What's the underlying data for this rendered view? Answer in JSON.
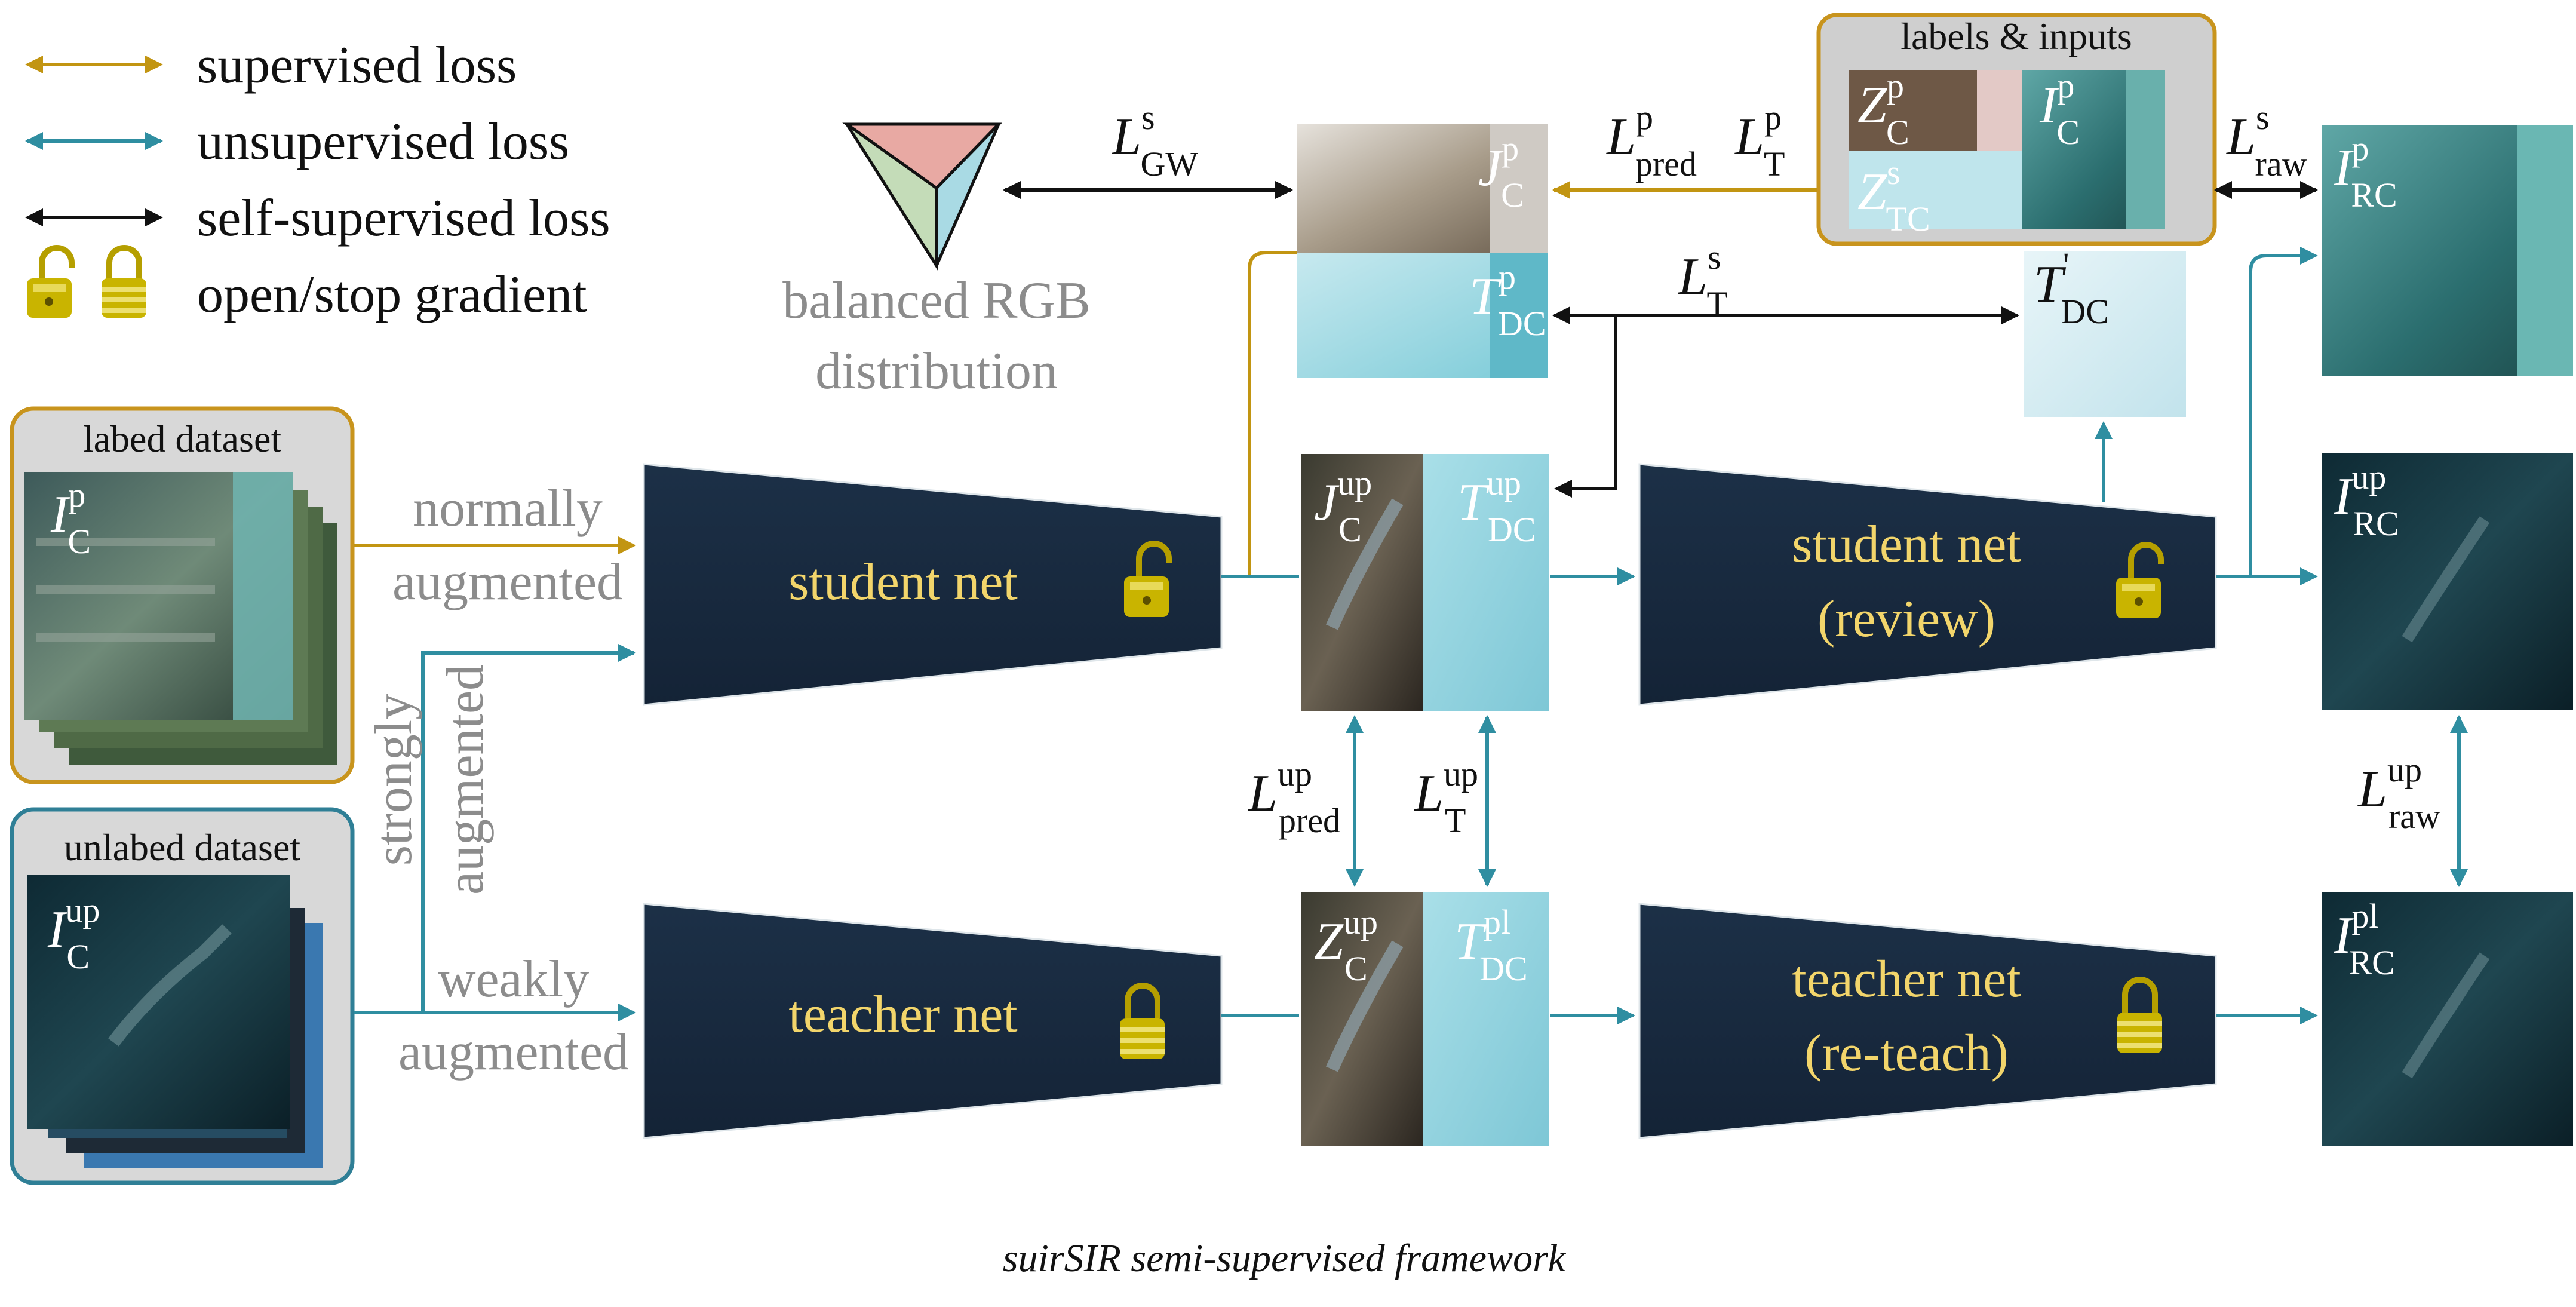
{
  "legend": {
    "supervised": "supervised loss",
    "unsupervised": "unsupervised loss",
    "self_supervised": "self-supervised loss",
    "gradient": "open/stop gradient"
  },
  "colors": {
    "supervised": "#c29512",
    "unsupervised": "#2f8ea1",
    "self_supervised": "#111111",
    "net_fill": "#18293d",
    "net_text": "#f2d56b",
    "lock": "#c9b400",
    "gray_text": "#8c8c8c",
    "panel_gold": "#c8941d",
    "panel_teal": "#2f7f96"
  },
  "datasets": {
    "labeled": {
      "title": "labed dataset",
      "symbol": "I",
      "sup": "p",
      "sub": "C"
    },
    "unlabeled": {
      "title": "unlabed dataset",
      "symbol": "I",
      "sup": "up",
      "sub": "C"
    }
  },
  "augment": {
    "normally_1": "normally",
    "normally_2": "augmented",
    "strongly_1": "strongly",
    "strongly_2": "augmented",
    "weakly_1": "weakly",
    "weakly_2": "augmented"
  },
  "nets": {
    "student": "student net",
    "student_review_1": "student net",
    "student_review_2": "(review)",
    "teacher": "teacher net",
    "teacher_reteach_1": "teacher net",
    "teacher_reteach_2": "(re-teach)"
  },
  "rgb": {
    "line1": "balanced RGB",
    "line2": "distribution"
  },
  "labels_box": {
    "title": "labels & inputs"
  },
  "symbols": {
    "J": "J",
    "T": "T",
    "Z": "Z",
    "I": "I",
    "L": "L",
    "C": "C",
    "DC": "DC",
    "TC": "TC",
    "RC": "RC",
    "p": "p",
    "up": "up",
    "pl": "pl",
    "s": "s",
    "prime": "'",
    "GW": "GW",
    "pred": "pred",
    "Tsub": "T",
    "raw": "raw"
  },
  "caption": "suirSIR  semi-supervised framework"
}
